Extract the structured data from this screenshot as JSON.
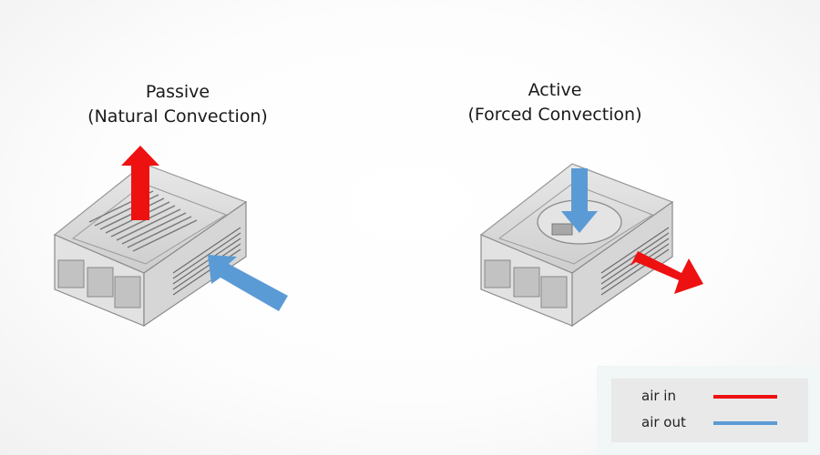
{
  "panels": [
    {
      "title": "Passive",
      "subtitle": "(Natural Convection)"
    },
    {
      "title": "Active",
      "subtitle": "(Forced Convection)"
    }
  ],
  "legend": {
    "items": [
      {
        "label": "air in",
        "color": "#ee1111"
      },
      {
        "label": "air out",
        "color": "#5b9bd5"
      }
    ]
  },
  "colors": {
    "arrow_red": "#ee1111",
    "arrow_blue": "#5b9bd5",
    "case_outline": "#8a8a8a",
    "case_fill": "#d9d9d9"
  }
}
